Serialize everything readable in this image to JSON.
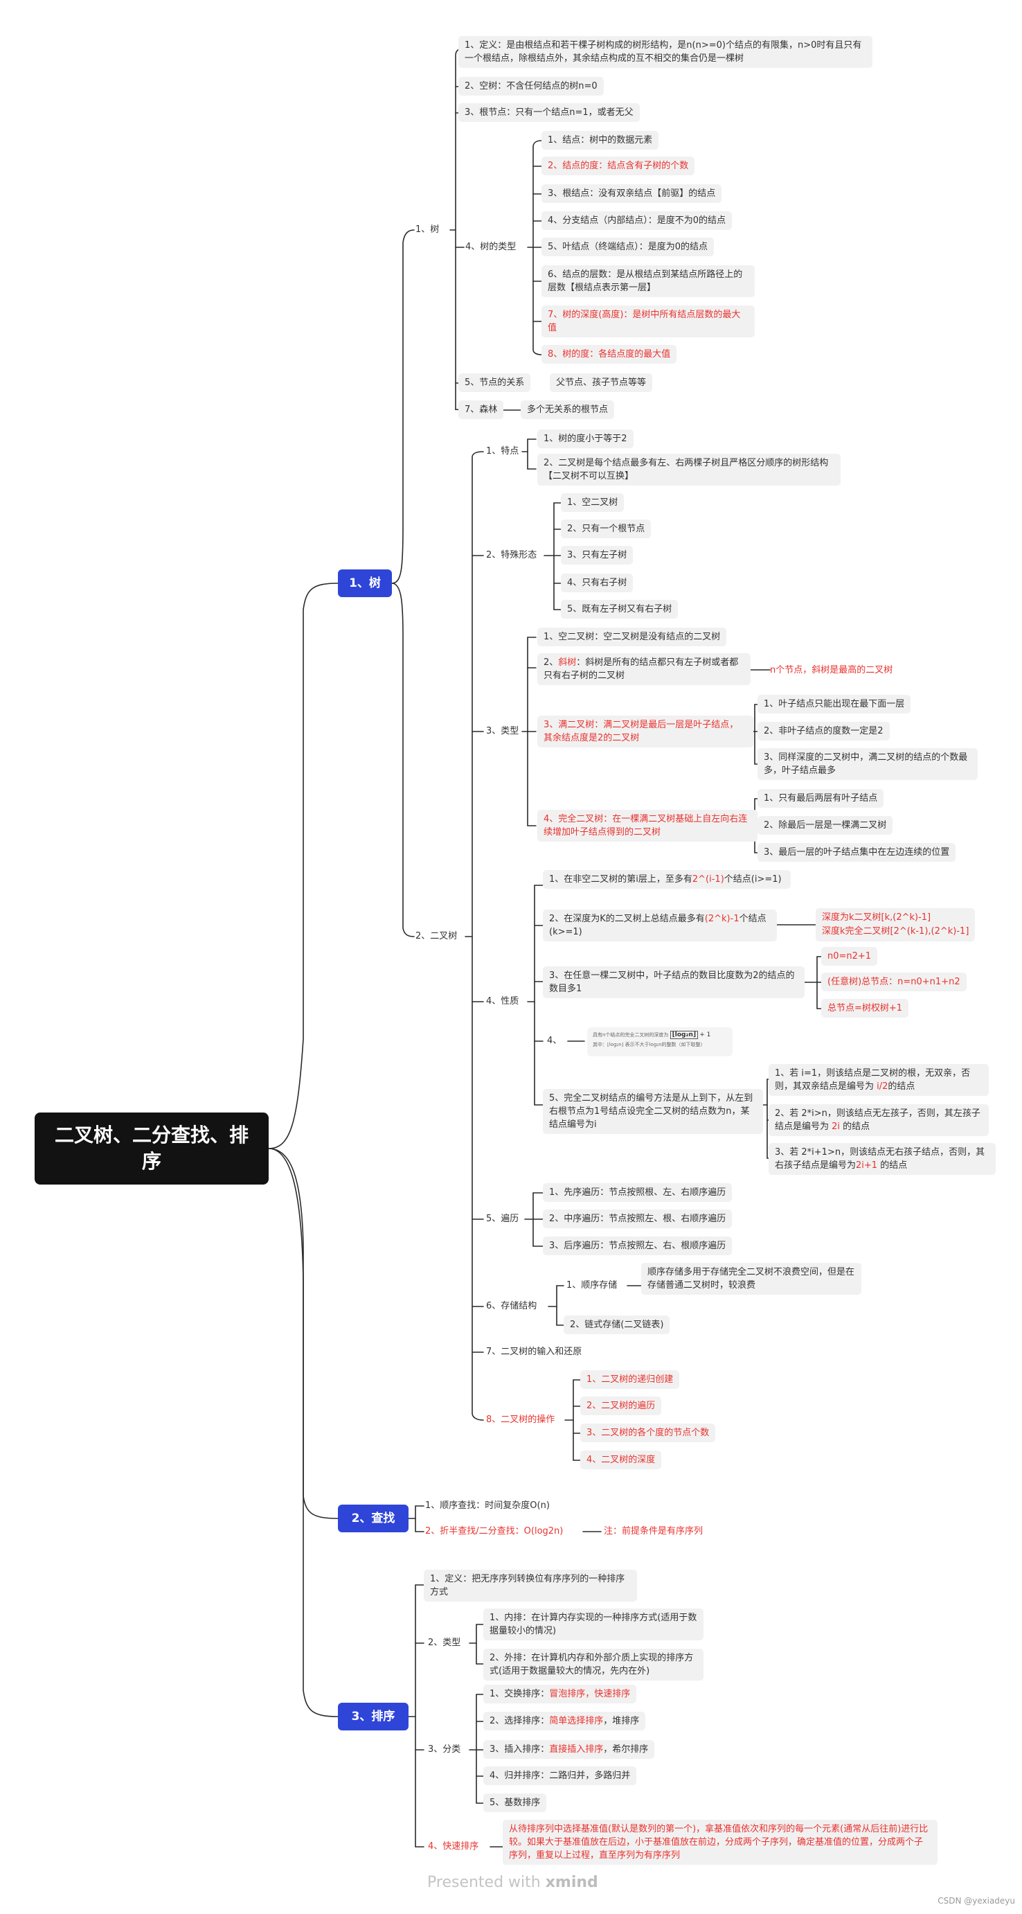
{
  "root": "二叉树、二分查找、排序",
  "tree": {
    "label": "1、树",
    "children": [
      {
        "label": "1、树",
        "children": [
          {
            "label": "1、定义：是由根结点和若干棵子树构成的树形结构，是n(n>=0)个结点的有限集，n>0时有且只有一个根结点，除根结点外，其余结点构成的互不相交的集合仍是一棵树"
          },
          {
            "label": "2、空树：不含任何结点的树n=0"
          },
          {
            "label": "3、根节点：只有一个结点n=1，或者无父"
          },
          {
            "label": "4、树的类型",
            "children": [
              "1、结点：树中的数据元素",
              "2、结点的度：结点含有子树的个数",
              "3、根结点：没有双亲结点【前驱】的结点",
              "4、分支结点（内部结点）：是度不为0的结点",
              "5、叶结点（终端结点）：是度为0的结点",
              "6、结点的层数：是从根结点到某结点所路径上的层数【根结点表示第一层】",
              "7、树的深度(高度)：是树中所有结点层数的最大值",
              "8、树的度：各结点度的最大值"
            ]
          },
          {
            "label": "5、节点的关系",
            "note": "父节点、孩子节点等等"
          },
          {
            "label": "7、森林",
            "note": "多个无关系的根节点"
          }
        ]
      },
      {
        "label": "2、二叉树",
        "children": [
          {
            "label": "1、特点",
            "children": [
              "1、树的度小于等于2",
              "2、二叉树是每个结点最多有左、右两棵子树且严格区分顺序的树形结构【二叉树不可以互换】"
            ]
          },
          {
            "label": "2、特殊形态",
            "children": [
              "1、空二叉树",
              "2、只有一个根节点",
              "3、只有左子树",
              "4、只有右子树",
              "5、既有左子树又有右子树"
            ]
          },
          {
            "label": "3、类型",
            "children": [
              "1、空二叉树：空二叉树是没有结点的二叉树",
              {
                "prefix": "2、",
                "red": "斜树",
                "rest": "：斜树是所有的结点都只有左子树或者都只有右子树的二叉树",
                "note": "n个节点，斜树是最高的二叉树"
              },
              {
                "text": "3、满二叉树：满二叉树是最后一层是叶子结点，其余结点度是2的二叉树",
                "children": [
                  "1、叶子结点只能出现在最下面一层",
                  "2、非叶子结点的度数一定是2",
                  "3、同样深度的二叉树中，满二叉树的结点的个数最多，叶子结点最多"
                ]
              },
              {
                "text": "4、完全二叉树：在一棵满二叉树基础上自左向右连续增加叶子结点得到的二叉树",
                "children": [
                  "1、只有最后两层有叶子结点",
                  "2、除最后一层是一棵满二叉树",
                  "3、最后一层的叶子结点集中在左边连续的位置"
                ]
              }
            ]
          },
          {
            "label": "4、性质",
            "children": [
              {
                "prefix": "1、在非空二叉树的第i层上，至多有",
                "red": "2^(i-1)",
                "rest": "个结点(i>=1)"
              },
              {
                "prefix": "2、在深度为K的二叉树上总结点最多有",
                "red": "(2^k)-1",
                "rest": "个结点(k>=1)",
                "note1": "深度为k二叉树[k,(2^k)-1]",
                "note2": "深度k完全二叉树[2^(k-1),(2^k)-1]"
              },
              {
                "text": "3、在任意一棵二叉树中，叶子结点的数目比度数为2的结点的数目多1",
                "children": [
                  "n0=n2+1",
                  "(任意树)总节点：n=n0+n1+n2",
                  "总节点=树权树+1"
                ]
              },
              {
                "text": "4、",
                "formula_top": "具有n个结点的完全二叉树的深度为",
                "formula_box": "⌊log₂n⌋",
                "formula_tail": "+ 1",
                "formula_hint": "其中：⌊log₂n⌋ 表示不大于log₂n的整数（如下取整）"
              },
              {
                "text": "5、完全二叉树结点的编号方法是从上到下，从左到右根节点为1号结点设完全二叉树的结点数为n，某结点编号为i",
                "children": [
                  {
                    "prefix": "1、若 i=1，则该结点是二叉树的根，无双亲，否则，其双亲结点是编号为 ",
                    "red": "i/2",
                    "rest": "的结点"
                  },
                  {
                    "prefix": "2、若 2*i>n，则该结点无左孩子，否则，其左孩子结点是编号为 ",
                    "red": "2i",
                    "rest": " 的结点"
                  },
                  {
                    "prefix": "3、若 2*i+1>n，则该结点无右孩子结点，否则，其右孩子结点是编号为",
                    "red": "2i+1",
                    "rest": " 的结点"
                  }
                ]
              }
            ]
          },
          {
            "label": "5、遍历",
            "children": [
              "1、先序遍历：节点按照根、左、右顺序遍历",
              "2、中序遍历：节点按照左、根、右顺序遍历",
              "3、后序遍历：节点按照左、右、根顺序遍历"
            ]
          },
          {
            "label": "6、存储结构",
            "children": [
              {
                "text": "1、顺序存储",
                "note": "顺序存储多用于存储完全二叉树不浪费空间，但是在存储普通二叉树时，较浪费"
              },
              "2、链式存储(二叉链表)"
            ]
          },
          {
            "label": "7、二叉树的输入和还原"
          },
          {
            "label": "8、二叉树的操作",
            "children": [
              "1、二叉树的递归创建",
              "2、二叉树的遍历",
              "3、二叉树的各个度的节点个数",
              "4、二叉树的深度"
            ]
          }
        ]
      }
    ]
  },
  "search": {
    "label": "2、查找",
    "children": [
      "1、顺序查找：时间复杂度O(n)",
      "2、折半查找/二分查找：O(log2n)"
    ],
    "note": "注：前提条件是有序序列"
  },
  "sort": {
    "label": "3、排序",
    "def": "1、定义：把无序序列转换位有序序列的一种排序方式",
    "types_label": "2、类型",
    "types": [
      "1、内排：在计算内存实现的一种排序方式(适用于数据量较小的情况)",
      "2、外排：在计算机内存和外部介质上实现的排序方式(适用于数据量较大的情况，先内在外)"
    ],
    "class_label": "3、分类",
    "classes": [
      {
        "prefix": "1、交换排序：",
        "red": "冒泡排序，快速排序",
        "rest": ""
      },
      {
        "prefix": "2、选择排序：",
        "red": "简单选择排序",
        "rest": "，堆排序"
      },
      {
        "prefix": "3、插入排序：",
        "red": "直接插入排序",
        "rest": "，希尔排序"
      },
      {
        "prefix": "4、归并排序：二路归并，多路归并",
        "red": "",
        "rest": ""
      },
      {
        "prefix": "5、基数排序",
        "red": "",
        "rest": ""
      }
    ],
    "quick_label": "4、快速排序",
    "quick_text": "从待排序列中选择基准值(默认是数列的第一个)，拿基准值依次和序列的每一个元素(通常从后往前)进行比较。如果大于基准值放在后边，小于基准值放在前边，分成两个子序列，确定基准值的位置，分成两个子序列，重复以上过程，直至序列为有序序列"
  },
  "watermark_a": "Presented with ",
  "watermark_b": "xmind",
  "credit": "CSDN @yexiadeyu"
}
